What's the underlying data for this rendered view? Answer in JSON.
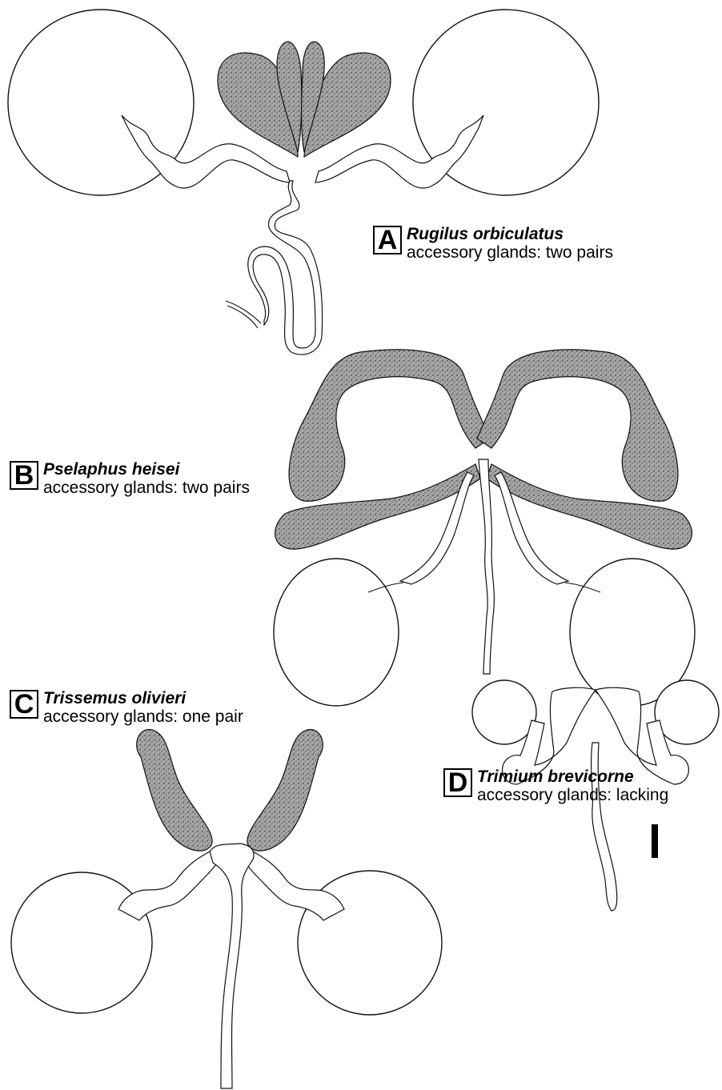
{
  "panels": [
    {
      "letter": "A",
      "species": "Rugilus orbiculatus",
      "glands": "accessory glands: two pairs"
    },
    {
      "letter": "B",
      "species": "Pselaphus heisei",
      "glands": "accessory glands: two pairs"
    },
    {
      "letter": "C",
      "species": "Trissemus olivieri",
      "glands": "accessory glands: one pair"
    },
    {
      "letter": "D",
      "species": "Trimium brevicorne",
      "glands": "accessory glands: lacking"
    }
  ],
  "colors": {
    "line": "#111111",
    "stipple": "#555555",
    "background": "#ffffff"
  },
  "scale_bar": {
    "shown": true
  }
}
